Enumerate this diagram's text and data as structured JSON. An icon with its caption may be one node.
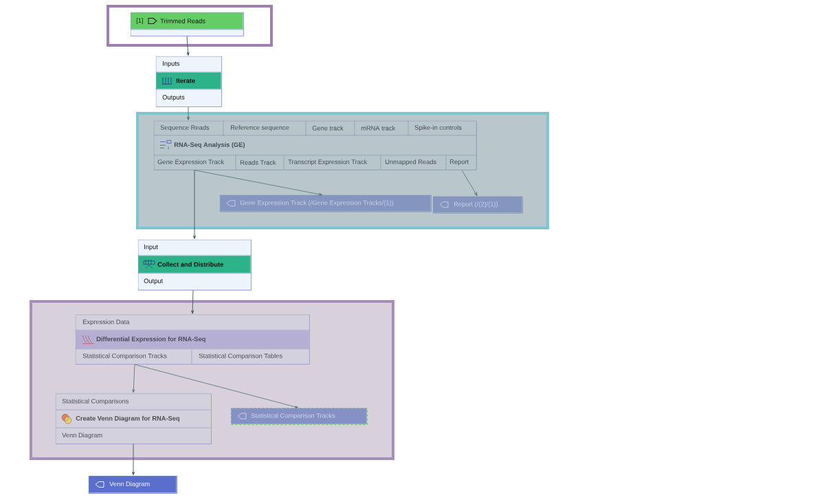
{
  "diagram": {
    "nodes": [
      {
        "text": [],
        "shape": "box"
      },
      {
        "text": [
          "[1]",
          "Trimmed Reads"
        ],
        "in": 0
      },
      {
        "text": [
          "Inputs",
          "Iterate",
          "Outputs"
        ]
      },
      {
        "text": [],
        "shape": "box"
      },
      {
        "text": [
          "Sequence Reads",
          "Reference sequence",
          "Gene track",
          "mRNA track",
          "Spike-in controls",
          "RNA-Seq Analysis (GE)",
          "Gene Expression Track",
          "Reads Track",
          "Transcript Expression Track",
          "Unmapped Reads",
          "Report"
        ],
        "in": 3
      },
      {
        "text": [
          "Gene Expression Track (/Gene Expression Tracks/{1})"
        ],
        "in": 3
      },
      {
        "text": [
          "Report (/{2}/{1})"
        ],
        "in": 3
      },
      {
        "text": [
          "Input",
          "Collect and Distribute",
          "Output"
        ]
      },
      {
        "text": [],
        "shape": "box"
      },
      {
        "text": [
          "Expression Data",
          "Differential Expression for RNA-Seq",
          "Statistical Comparison Tracks",
          "Statistical Comparison Tables"
        ],
        "in": 8
      },
      {
        "text": [
          "Statistical Comparisons",
          "Create Venn Diagram for RNA-Seq",
          "Venn Diagram"
        ],
        "in": 8
      },
      {
        "text": [
          "Statistical Comparison Tracks"
        ],
        "in": 8
      },
      {
        "text": [
          "Venn Diagram"
        ]
      }
    ],
    "edges": [
      {
        "from": 1,
        "to": 2,
        "arrow": "to"
      },
      {
        "from": 2,
        "to": 4,
        "arrow": "to"
      },
      {
        "from": 4,
        "to": 5,
        "arrow": "to"
      },
      {
        "from": 4,
        "to": 6,
        "arrow": "to"
      },
      {
        "from": 4,
        "to": 7,
        "arrow": "to"
      },
      {
        "from": 7,
        "to": 9,
        "arrow": "to"
      },
      {
        "from": 9,
        "to": 10,
        "arrow": "to"
      },
      {
        "from": 9,
        "to": 11,
        "arrow": "to"
      },
      {
        "from": 10,
        "to": 12,
        "arrow": "to"
      }
    ]
  }
}
